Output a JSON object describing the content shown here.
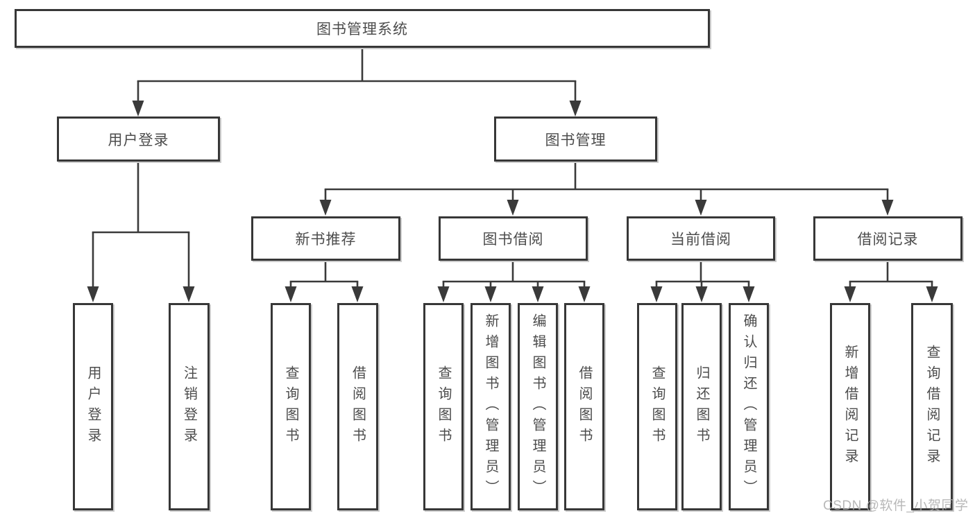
{
  "diagram": {
    "title": "图书管理系统",
    "type": "functional-structure-tree",
    "colors": {
      "line": "#3a3a3a",
      "border": "#373737",
      "text": "#4c4c4c",
      "box_fill": "#ffffff",
      "background": "#ffffff",
      "watermark": "#acacac"
    },
    "nodes": {
      "root": "图书管理系统",
      "user_login_module": "用户登录",
      "book_management_module": "图书管理",
      "new_book_recommend": "新书推荐",
      "book_borrowing": "图书借阅",
      "current_borrowing": "当前借阅",
      "borrowing_records": "借阅记录",
      "user_login": "用户登录",
      "logout": "注销登录",
      "recommend_query_books": "查询图书",
      "recommend_borrow_books": "借阅图书",
      "borrowing_query_books": "查询图书",
      "borrowing_add_books_admin": "新增图书（管理员）",
      "borrowing_edit_books_admin": "编辑图书（管理员）",
      "borrowing_borrow_books": "借阅图书",
      "current_query_books": "查询图书",
      "current_return_books": "归还图书",
      "current_confirm_return_admin": "确认归还（管理员）",
      "records_add_record": "新增借阅记录",
      "records_query_record": "查询借阅记录"
    },
    "hierarchy": {
      "root": [
        "user_login_module",
        "book_management_module"
      ],
      "user_login_module": [
        "user_login",
        "logout"
      ],
      "book_management_module": [
        "new_book_recommend",
        "book_borrowing",
        "current_borrowing",
        "borrowing_records"
      ],
      "new_book_recommend": [
        "recommend_query_books",
        "recommend_borrow_books"
      ],
      "book_borrowing": [
        "borrowing_query_books",
        "borrowing_add_books_admin",
        "borrowing_edit_books_admin",
        "borrowing_borrow_books"
      ],
      "current_borrowing": [
        "current_query_books",
        "current_return_books",
        "current_confirm_return_admin"
      ],
      "borrowing_records": [
        "records_add_record",
        "records_query_record"
      ]
    },
    "watermark": "CSDN @软件_小贺同学"
  }
}
